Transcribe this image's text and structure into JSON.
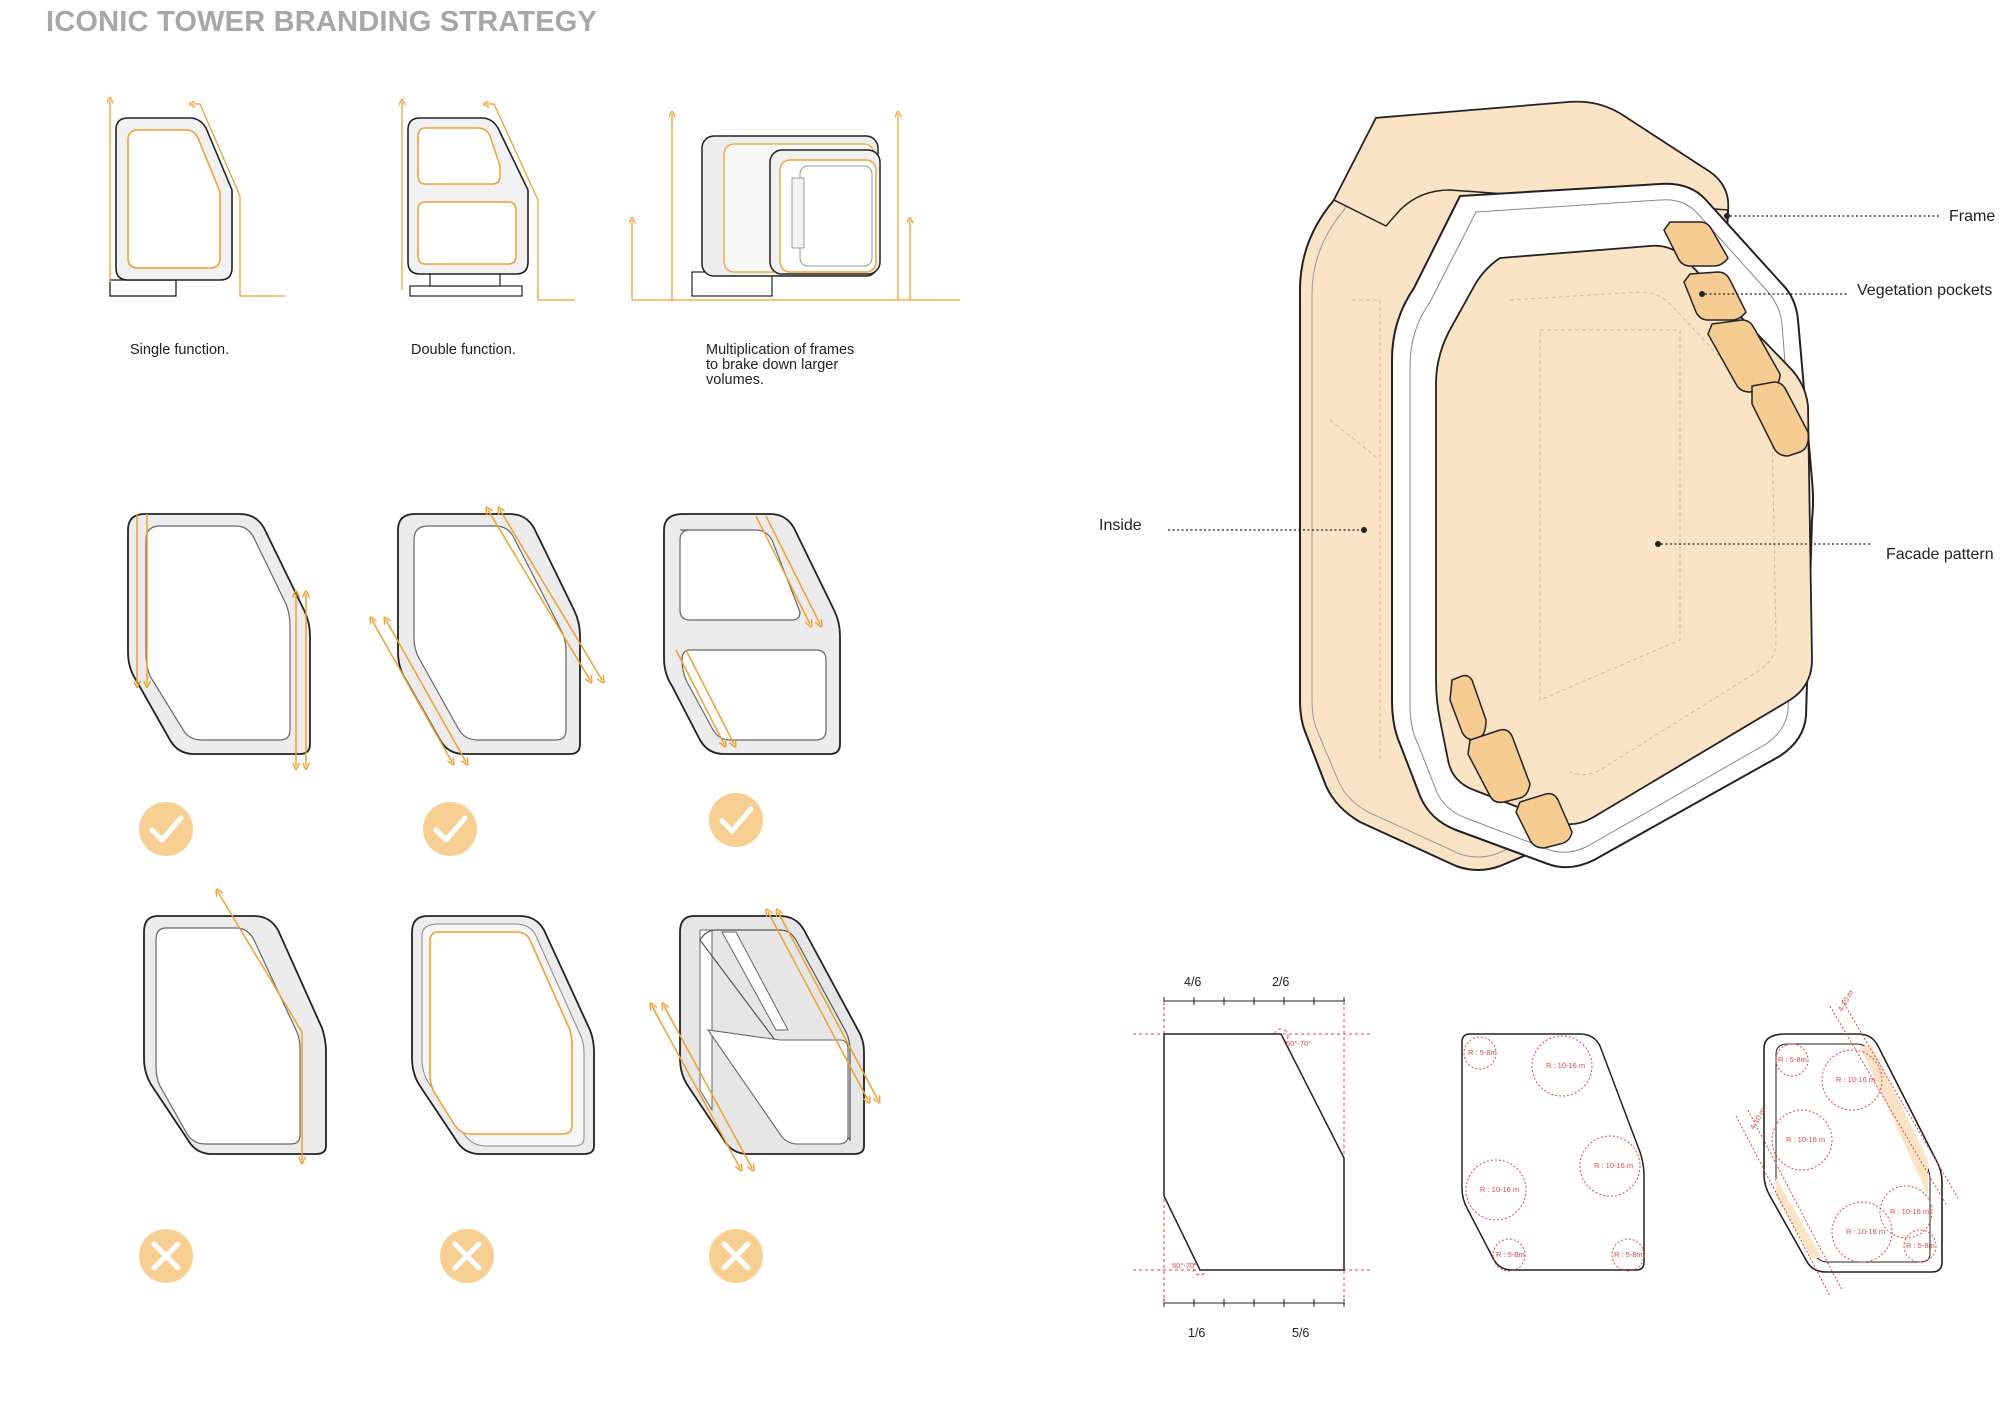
{
  "title": "ICONIC TOWER BRANDING STRATEGY",
  "captions": {
    "single": "Single function.",
    "double": "Double function.",
    "multi": "Multiplication of frames\nto brake down larger\nvolumes."
  },
  "callouts": {
    "frame": "Frame",
    "vegetation": "Vegetation pockets",
    "inside": "Inside",
    "facade": "Facade pattern"
  },
  "proportions": {
    "top_left": "4/6",
    "top_right": "2/6",
    "bottom_left": "1/6",
    "bottom_right": "5/6",
    "angle_top": "50°-70°",
    "angle_bottom": "50°-70°"
  },
  "radii": {
    "small": "R : 5-8m",
    "large": "R : 10-16 m",
    "offset": "4-10 m"
  },
  "marks": {
    "approved": [
      "check-icon",
      "check-icon",
      "check-icon"
    ],
    "rejected": [
      "cross-icon",
      "cross-icon",
      "cross-icon"
    ]
  },
  "colors": {
    "accent_orange": "#f0a032",
    "badge_fill": "#f7cf92",
    "tower_fill": "#fbe3c5",
    "red_dim": "#e14646",
    "title_gray": "#a7a7a7"
  }
}
